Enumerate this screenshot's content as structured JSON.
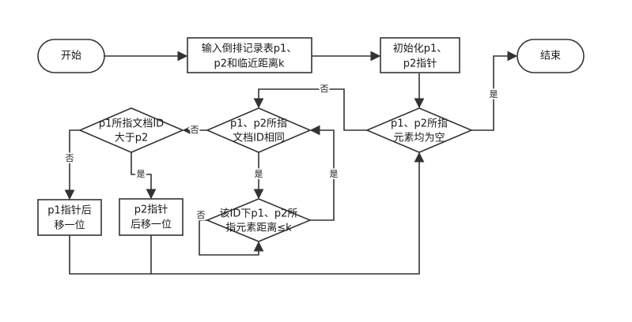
{
  "nodes": {
    "start": "开始",
    "input": [
      "输入倒排记录表p1、",
      "p2和临近距离k"
    ],
    "init": [
      "初始化p1、",
      "p2指针"
    ],
    "end": "结束",
    "cond_empty": [
      "p1、p2所指",
      "元素均为空"
    ],
    "cond_same_doc": [
      "p1、p2所指",
      "文档ID相同"
    ],
    "cond_greater": [
      "p1所指文档ID",
      "大于p2"
    ],
    "cond_distance": [
      "该ID下p1、p2所",
      "指元素距离≤k"
    ],
    "move_p1": [
      "p1指针后",
      "移一位"
    ],
    "move_p2": [
      "p2指针",
      "后移一位"
    ]
  },
  "edge_labels": {
    "empty_yes": "是",
    "empty_no": "否",
    "same_no": "否",
    "same_yes": "是",
    "greater_no": "否",
    "greater_yes": "是",
    "distance_yes": "是",
    "distance_no": "否"
  }
}
